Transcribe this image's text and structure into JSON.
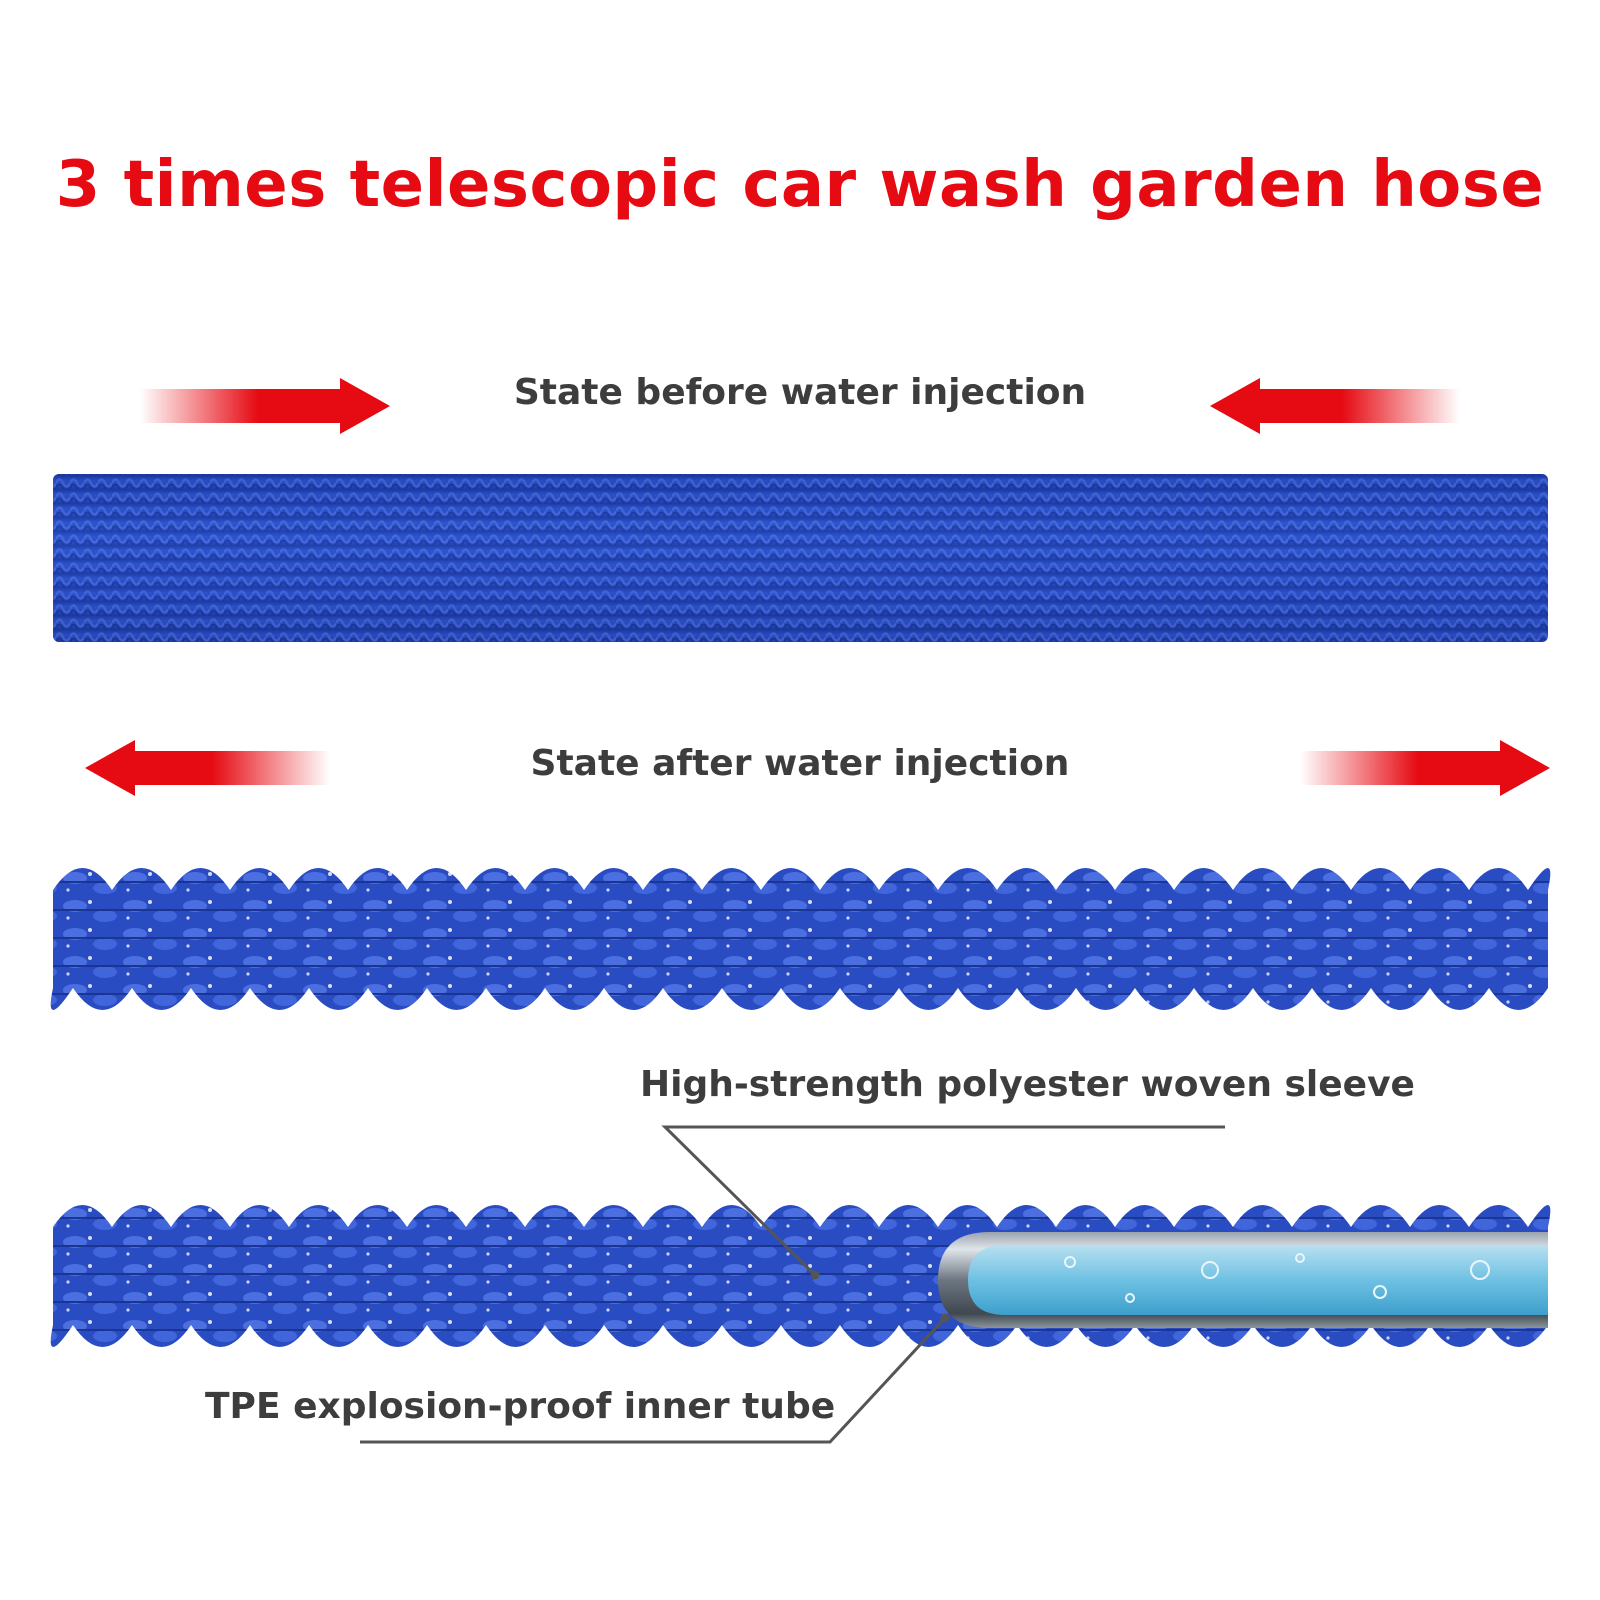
{
  "title": "3 times telescopic car wash garden hose",
  "labels": {
    "before": "State before water injection",
    "after": "State after water injection",
    "sleeve": "High-strength polyester woven sleeve",
    "tube": "TPE explosion-proof inner tube"
  },
  "colors": {
    "title": "#e60a12",
    "arrow": "#e60a12",
    "hose": "#2447b8",
    "label": "#3d3d3d"
  }
}
